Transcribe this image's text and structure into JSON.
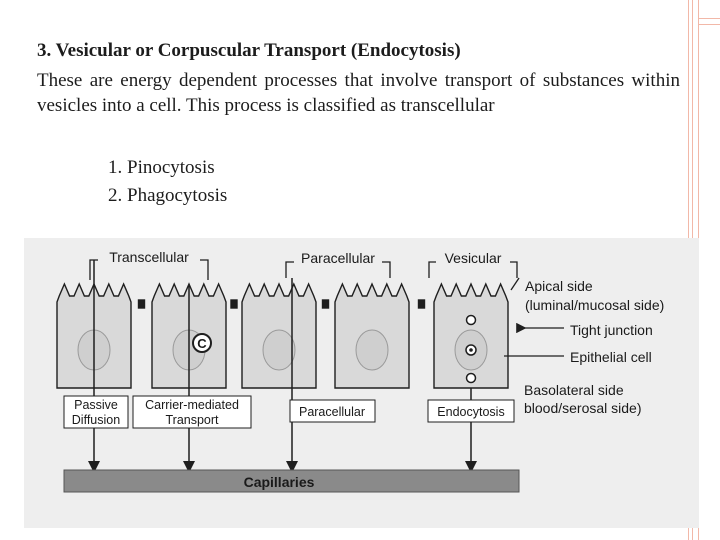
{
  "slide": {
    "title": "3. Vesicular or Corpuscular Transport (Endocytosis)",
    "paragraph": "These are  energy dependent processes that  involve transport of substances within vesicles into a cell. This process is classified as transcellular",
    "list": [
      "1. Pinocytosis",
      "2. Phagocytosis"
    ]
  },
  "figure": {
    "headers": {
      "transcellular": "Transcellular",
      "paracellular": "Paracellular",
      "vesicular": "Vesicular"
    },
    "carrier_symbol": "C",
    "annotations": {
      "apical_1": "Apical side",
      "apical_2": "(luminal/mucosal side)",
      "tight_junction": "Tight junction",
      "epithelial_cell": "Epithelial cell",
      "basolateral_1": "Basolateral side",
      "basolateral_2": "blood/serosal side)"
    },
    "boxes": {
      "passive_1": "Passive",
      "passive_2": "Diffusion",
      "carrier_1": "Carrier-mediated",
      "carrier_2": "Transport",
      "paracellular": "Paracellular",
      "endocytosis": "Endocytosis"
    },
    "capillaries": "Capillaries",
    "colors": {
      "cell_fill": "#d9d9d9",
      "stroke": "#1f1f1f",
      "capillary": "#8a8a8a",
      "background": "#eeeeee"
    }
  }
}
